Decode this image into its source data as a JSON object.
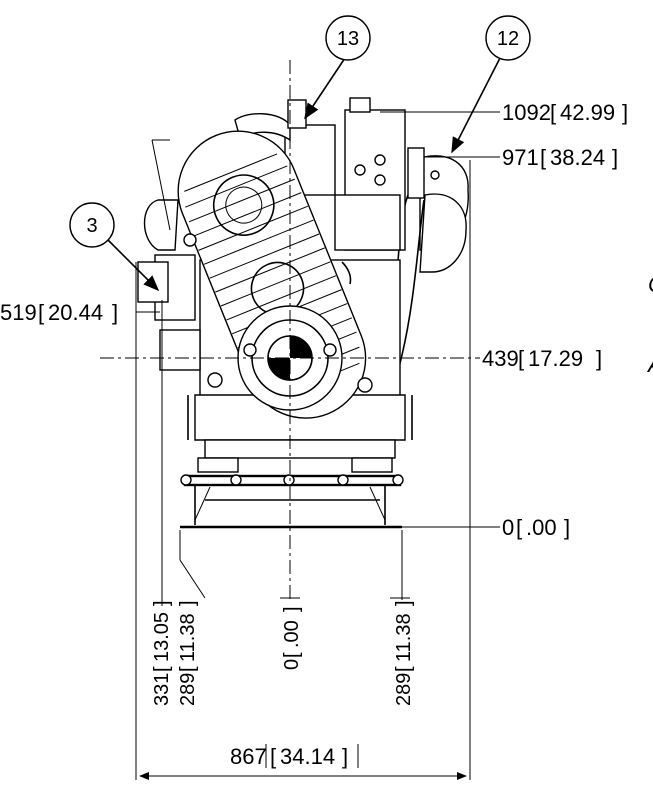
{
  "callouts": {
    "c13": "13",
    "c12": "12",
    "c3": "3"
  },
  "dimensions": {
    "d1092": "1092",
    "d1092_in": "42.99",
    "d971": "971",
    "d971_in": "38.24",
    "d519": "519",
    "d519_in": "20.44",
    "d439": "439",
    "d439_in": "17.29",
    "d0h": "0",
    "d0h_in": ".00",
    "v331": "331",
    "v331_in": "13.05",
    "v289a": "289",
    "v289a_in": "11.38",
    "v0": "0",
    "v0_in": ".00",
    "v289b": "289",
    "v289b_in": "11.38",
    "w867": "867",
    "w867_in": "34.14"
  },
  "edge_marks": {
    "upper": "C",
    "lower": "A"
  },
  "colors": {
    "line": "#000000",
    "background": "#ffffff"
  }
}
